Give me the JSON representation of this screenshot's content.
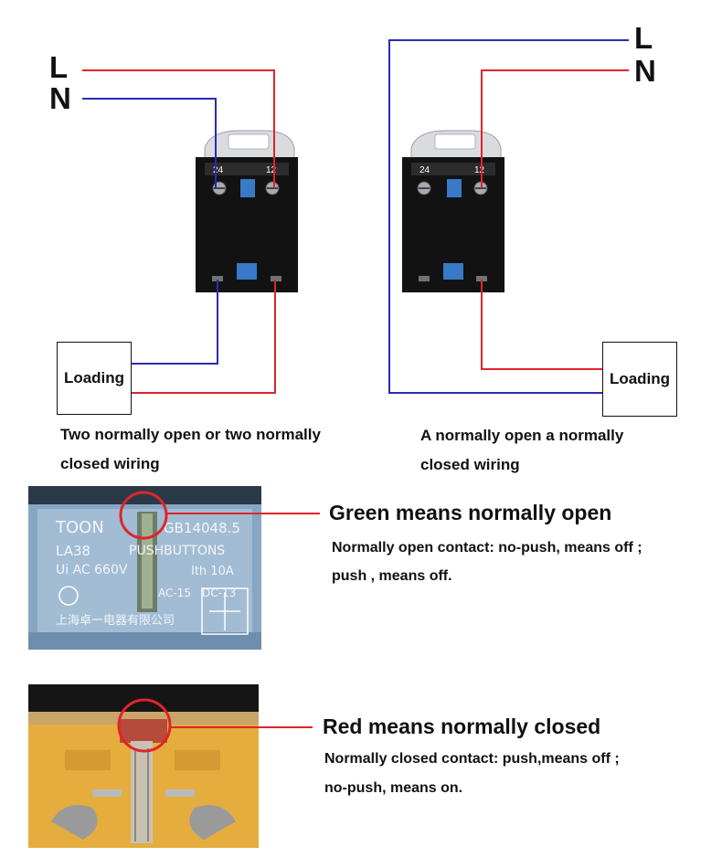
{
  "wiring": {
    "left": {
      "line_label": "L",
      "neutral_label": "N",
      "terminal_left": "24",
      "terminal_right": "12",
      "load_label": "Loading",
      "caption_line1": "Two normally open or two normally",
      "caption_line2": "closed wiring"
    },
    "right": {
      "line_label": "L",
      "neutral_label": "N",
      "terminal_left": "24",
      "terminal_right": "12",
      "load_label": "Loading",
      "caption_line1": "A normally open a normally",
      "caption_line2": "closed wiring"
    },
    "colors": {
      "live_wire": "#e0242b",
      "neutral_wire": "#2b2bb5",
      "switch_body": "#121212",
      "switch_accent": "#3a78c8"
    }
  },
  "green_contact": {
    "heading": "Green means normally open",
    "description_line1": "Normally open contact: no-push, means off ;",
    "description_line2": "push , means off.",
    "photo_text": {
      "brand": "TOON",
      "standard": "GB14048.5",
      "model": "LA38",
      "type": "PUSHBUTTONS",
      "voltage": "Ui AC 660V",
      "current": "Ith 10A",
      "category": "AC-15",
      "category_dc": "DC-13",
      "maker": "上海卓一电器有限公司"
    },
    "indicator_color": "#e0242b"
  },
  "red_contact": {
    "heading": "Red means normally closed",
    "description_line1": "Normally closed contact: push,means off ;",
    "description_line2": "no-push, means on.",
    "indicator_color": "#e0242b"
  }
}
